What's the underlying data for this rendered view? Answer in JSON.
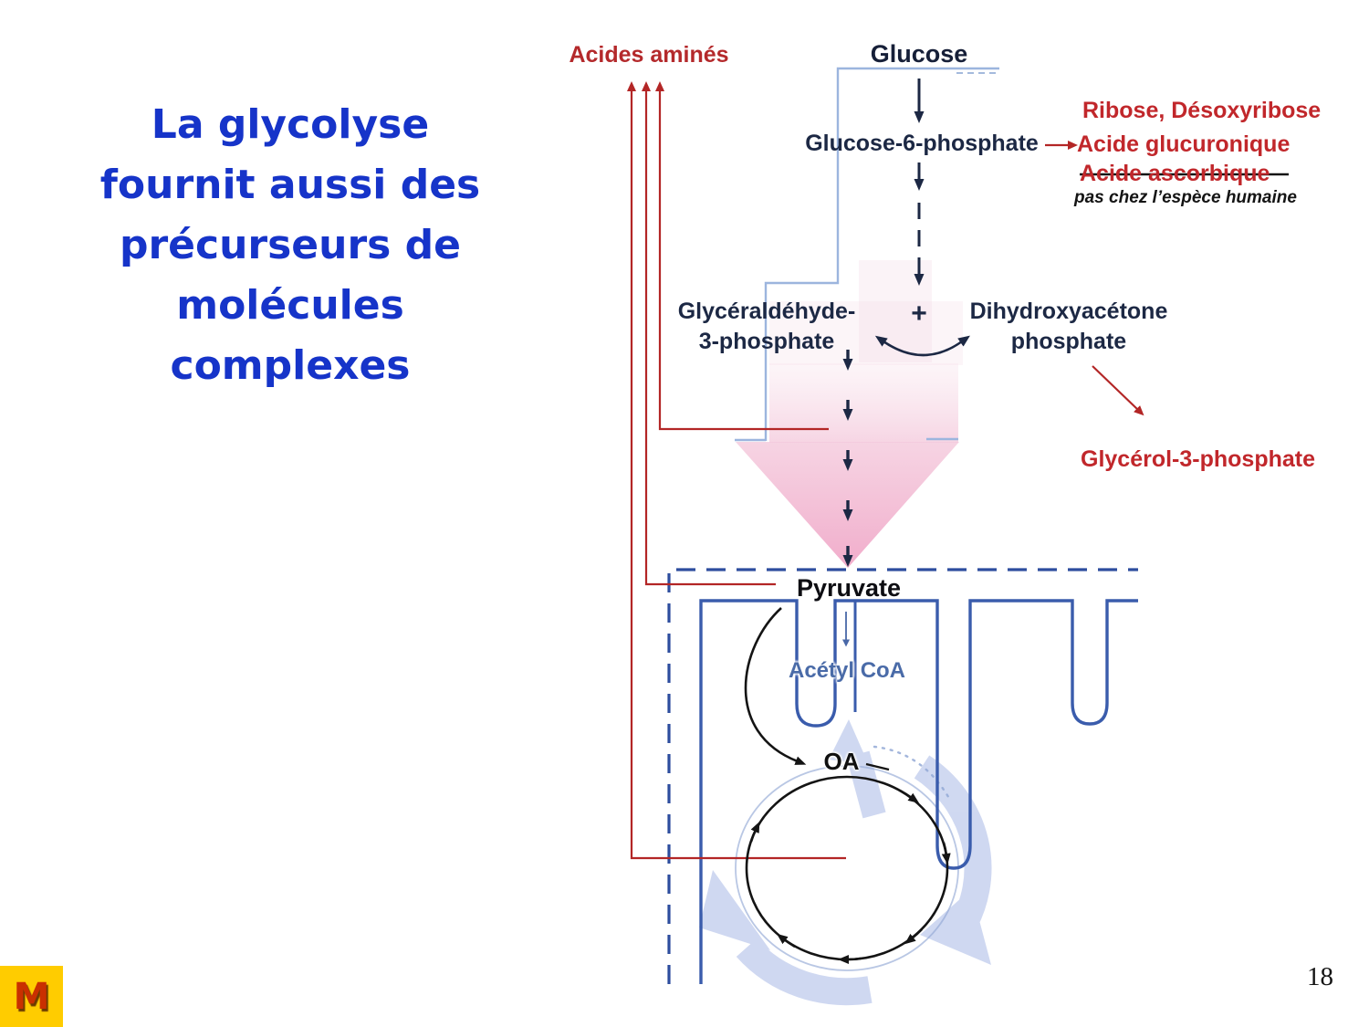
{
  "slide": {
    "title": "La glycolyse\nfournit aussi des\nprécurseurs de\nmolécules\ncomplexes",
    "page_number": "18",
    "logo_letter": "M",
    "colors": {
      "title_blue": "#1634c9",
      "logo_background": "#ffcc00",
      "logo_letter_red": "#c93000"
    }
  },
  "diagram": {
    "labels": {
      "acides_amines": "Acides aminés",
      "glucose": "Glucose",
      "glucose_6_phosphate": "Glucose-6-phosphate",
      "ribose_desoxyribose": "Ribose, Désoxyribose",
      "acide_glucuronique": "Acide glucuronique",
      "acide_ascorbique": "Acide ascorbique",
      "note_ascorbique": "pas chez l’espèce humaine",
      "glyceraldehyde_3_phosphate": "Glycéraldéhyde-\n3-phosphate",
      "plus_sign": "+",
      "dihydroxyacetone_phosphate": "Dihydroxyacétone\nphosphate",
      "glycerol_3_phosphate": "Glycérol-3-phosphate",
      "pyruvate": "Pyruvate",
      "acetyl_coa": "Acétyl CoA",
      "oxaloacetate": "OA"
    },
    "colors": {
      "red_arrow": "#b32626",
      "red_text": "#c1272b",
      "navy_text": "#1c2844",
      "membrane_blue": "#3a5cac",
      "outer_membrane_blue": "#2d4d9e",
      "pale_funnel_blue": "#9cb5de",
      "pink_arrow": "#f3c3d7",
      "cycle_arrow_blue": "#a9b9e6",
      "acetyl_blue": "#4a6ba8"
    }
  }
}
